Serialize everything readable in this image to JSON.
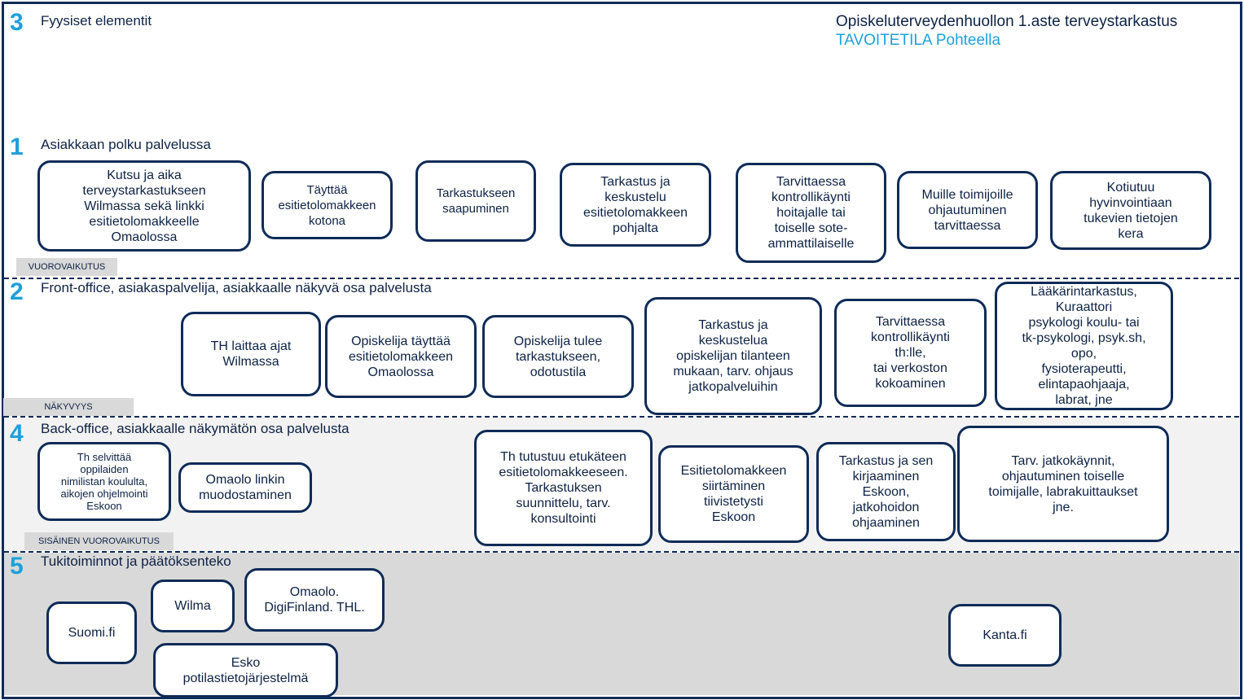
{
  "header": {
    "title": "Opiskeluterveydenhuollon 1.aste terveystarkastus",
    "subtitle": "TAVOITETILA Pohteella"
  },
  "lanes": {
    "physical": {
      "number": "3",
      "title": "Fyysiset elementit"
    },
    "journey": {
      "number": "1",
      "title": "Asiakkaan polku palvelussa"
    },
    "front": {
      "number": "2",
      "title": "Front-office, asiakaspalvelija, asiakkaalle näkyvä osa palvelusta"
    },
    "back": {
      "number": "4",
      "title": "Back-office, asiakkaalle näkymätön osa palvelusta"
    },
    "support": {
      "number": "5",
      "title": "Tukitoiminnot ja päätöksenteko"
    }
  },
  "tags": {
    "interaction": "VUOROVAIKUTUS",
    "visibility": "NÄKYVYYS",
    "internal_interaction": "SISÄINEN VUOROVAIKUTUS"
  },
  "journey_steps": [
    "Kutsu ja aika\nterveystarkastukseen\nWilmassa sekä linkki\nesitietolomakkeelle\nOmaolossa",
    "Täyttää\nesitietolomakkeen\nkotona",
    "Tarkastukseen\nsaapuminen",
    "Tarkastus ja\nkeskustelu\nesitietolomakkeen\npohjalta",
    "Tarvittaessa\nkontrollikäynti\nhoitajalle tai\ntoiselle sote-\nammattilaiselle",
    "Muille toimijoille\nohjautuminen\ntarvittaessa",
    "Kotiutuu\nhyvinvointiaan\ntukevien tietojen\nkera"
  ],
  "front_steps": [
    "TH laittaa ajat\nWilmassa",
    "Opiskelija täyttää\nesitietolomakkeen\nOmaolossa",
    "Opiskelija tulee\ntarkastukseen,\nodotustila",
    "Tarkastus ja\nkeskustelua\nopiskelijan tilanteen\nmukaan, tarv. ohjaus\njatkopalveluihin",
    "Tarvittaessa\nkontrollikäynti\nth:lle,\ntai verkoston\nkokoaminen",
    "Lääkärintarkastus,\nKuraattori\npsykologi koulu- tai\ntk-psykologi, psyk.sh,\nopo,\nfysioterapeutti,\nelintapaohjaaja,\nlabrat, jne"
  ],
  "back_steps": [
    "Th selvittää\noppilaiden\nnimilistan koululta,\naikojen ohjelmointi\nEskoon",
    "Omaolo linkin\nmuodostaminen",
    "Th tutustuu etukäteen\nesitietolomakkeeseen.\nTarkastuksen\nsuunnittelu, tarv.\nkonsultointi",
    "Esitietolomakkeen\nsiirtäminen\ntiivistetysti\nEskoon",
    "Tarkastus ja sen\nkirjaaminen\nEskoon,\njatkohoidon\nohjaaminen",
    "Tarv. jatkokäynnit,\nohjautuminen toiselle\ntoimijalle, labrakuittaukset\njne."
  ],
  "support_steps": [
    "Suomi.fi",
    "Wilma",
    "Omaolo.\nDigiFinland. THL.",
    "Esko\npotilastietojärjestelmä",
    "Kanta.fi"
  ]
}
